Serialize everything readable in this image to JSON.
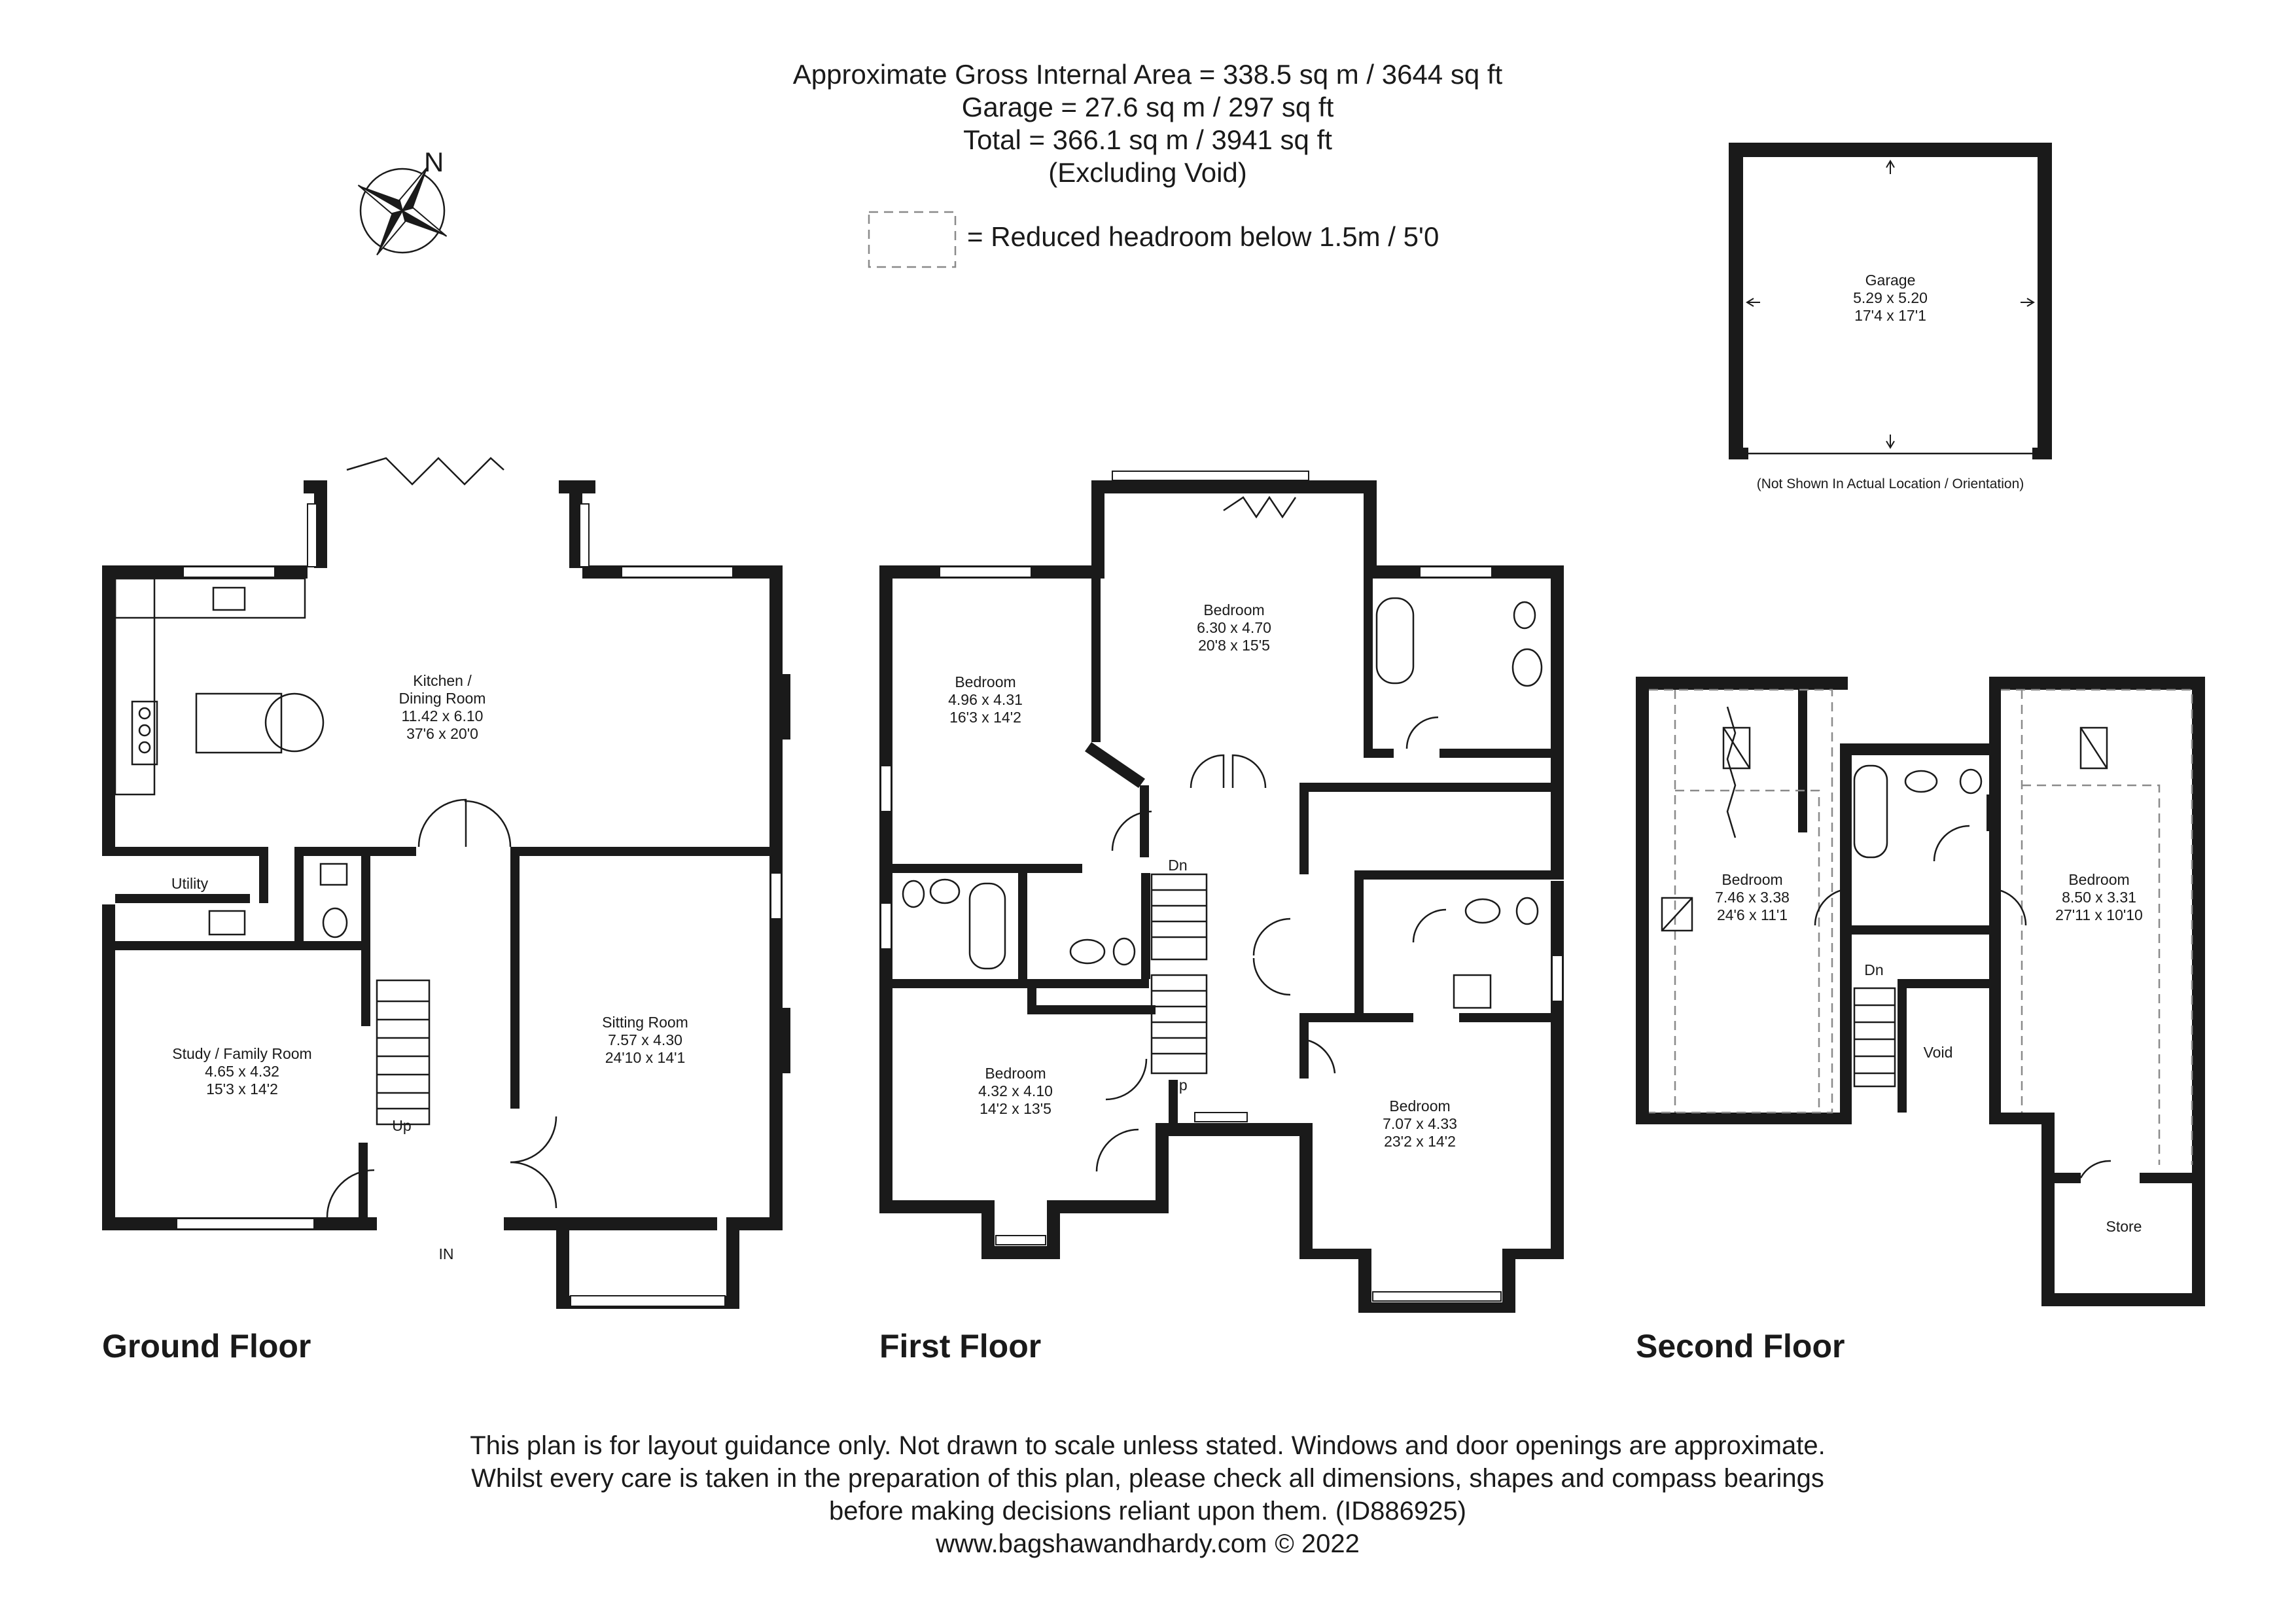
{
  "header": {
    "area_line": "Approximate Gross Internal Area = 338.5 sq m / 3644 sq ft",
    "garage_line": "Garage = 27.6 sq m / 297 sq ft",
    "total_line": "Total = 366.1 sq m / 3941 sq ft",
    "void_line": "(Excluding Void)",
    "legend_text": "= Reduced headroom below 1.5m / 5'0"
  },
  "compass": {
    "north_label": "N"
  },
  "garage": {
    "name": "Garage",
    "metric": "5.29 x 5.20",
    "imperial": "17'4 x 17'1",
    "note": "(Not Shown In Actual Location / Orientation)"
  },
  "ground_floor": {
    "title": "Ground Floor",
    "kitchen": {
      "name1": "Kitchen /",
      "name2": "Dining Room",
      "metric": "11.42 x 6.10",
      "imperial": "37'6 x 20'0"
    },
    "utility": {
      "name": "Utility"
    },
    "study": {
      "name": "Study / Family Room",
      "metric": "4.65 x 4.32",
      "imperial": "15'3 x 14'2"
    },
    "sitting": {
      "name": "Sitting Room",
      "metric": "7.57 x 4.30",
      "imperial": "24'10 x 14'1"
    },
    "stairs_label": "Up",
    "entrance_label": "IN"
  },
  "first_floor": {
    "title": "First Floor",
    "bed_nw": {
      "name": "Bedroom",
      "metric": "4.96 x 4.31",
      "imperial": "16'3 x 14'2"
    },
    "bed_main": {
      "name": "Bedroom",
      "metric": "6.30 x 4.70",
      "imperial": "20'8 x 15'5"
    },
    "bed_sw": {
      "name": "Bedroom",
      "metric": "4.32 x 4.10",
      "imperial": "14'2 x 13'5"
    },
    "bed_se": {
      "name": "Bedroom",
      "metric": "7.07 x 4.33",
      "imperial": "23'2 x 14'2"
    },
    "stairs_down": "Dn",
    "stairs_up": "Up"
  },
  "second_floor": {
    "title": "Second Floor",
    "bed_left": {
      "name": "Bedroom",
      "metric": "7.46 x 3.38",
      "imperial": "24'6 x 11'1"
    },
    "bed_right": {
      "name": "Bedroom",
      "metric": "8.50 x 3.31",
      "imperial": "27'11 x 10'10"
    },
    "stairs_down": "Dn",
    "void": "Void",
    "store": "Store"
  },
  "footer": {
    "line1": "This plan is for layout guidance only. Not drawn to scale unless stated. Windows and door openings are approximate.",
    "line2": "Whilst every care is taken in the preparation of this plan, please check all dimensions, shapes and compass bearings",
    "line3": "before making decisions reliant upon them. (ID886925)",
    "website": "www.bagshawandhardy.com",
    "copyright": "© 2022"
  }
}
